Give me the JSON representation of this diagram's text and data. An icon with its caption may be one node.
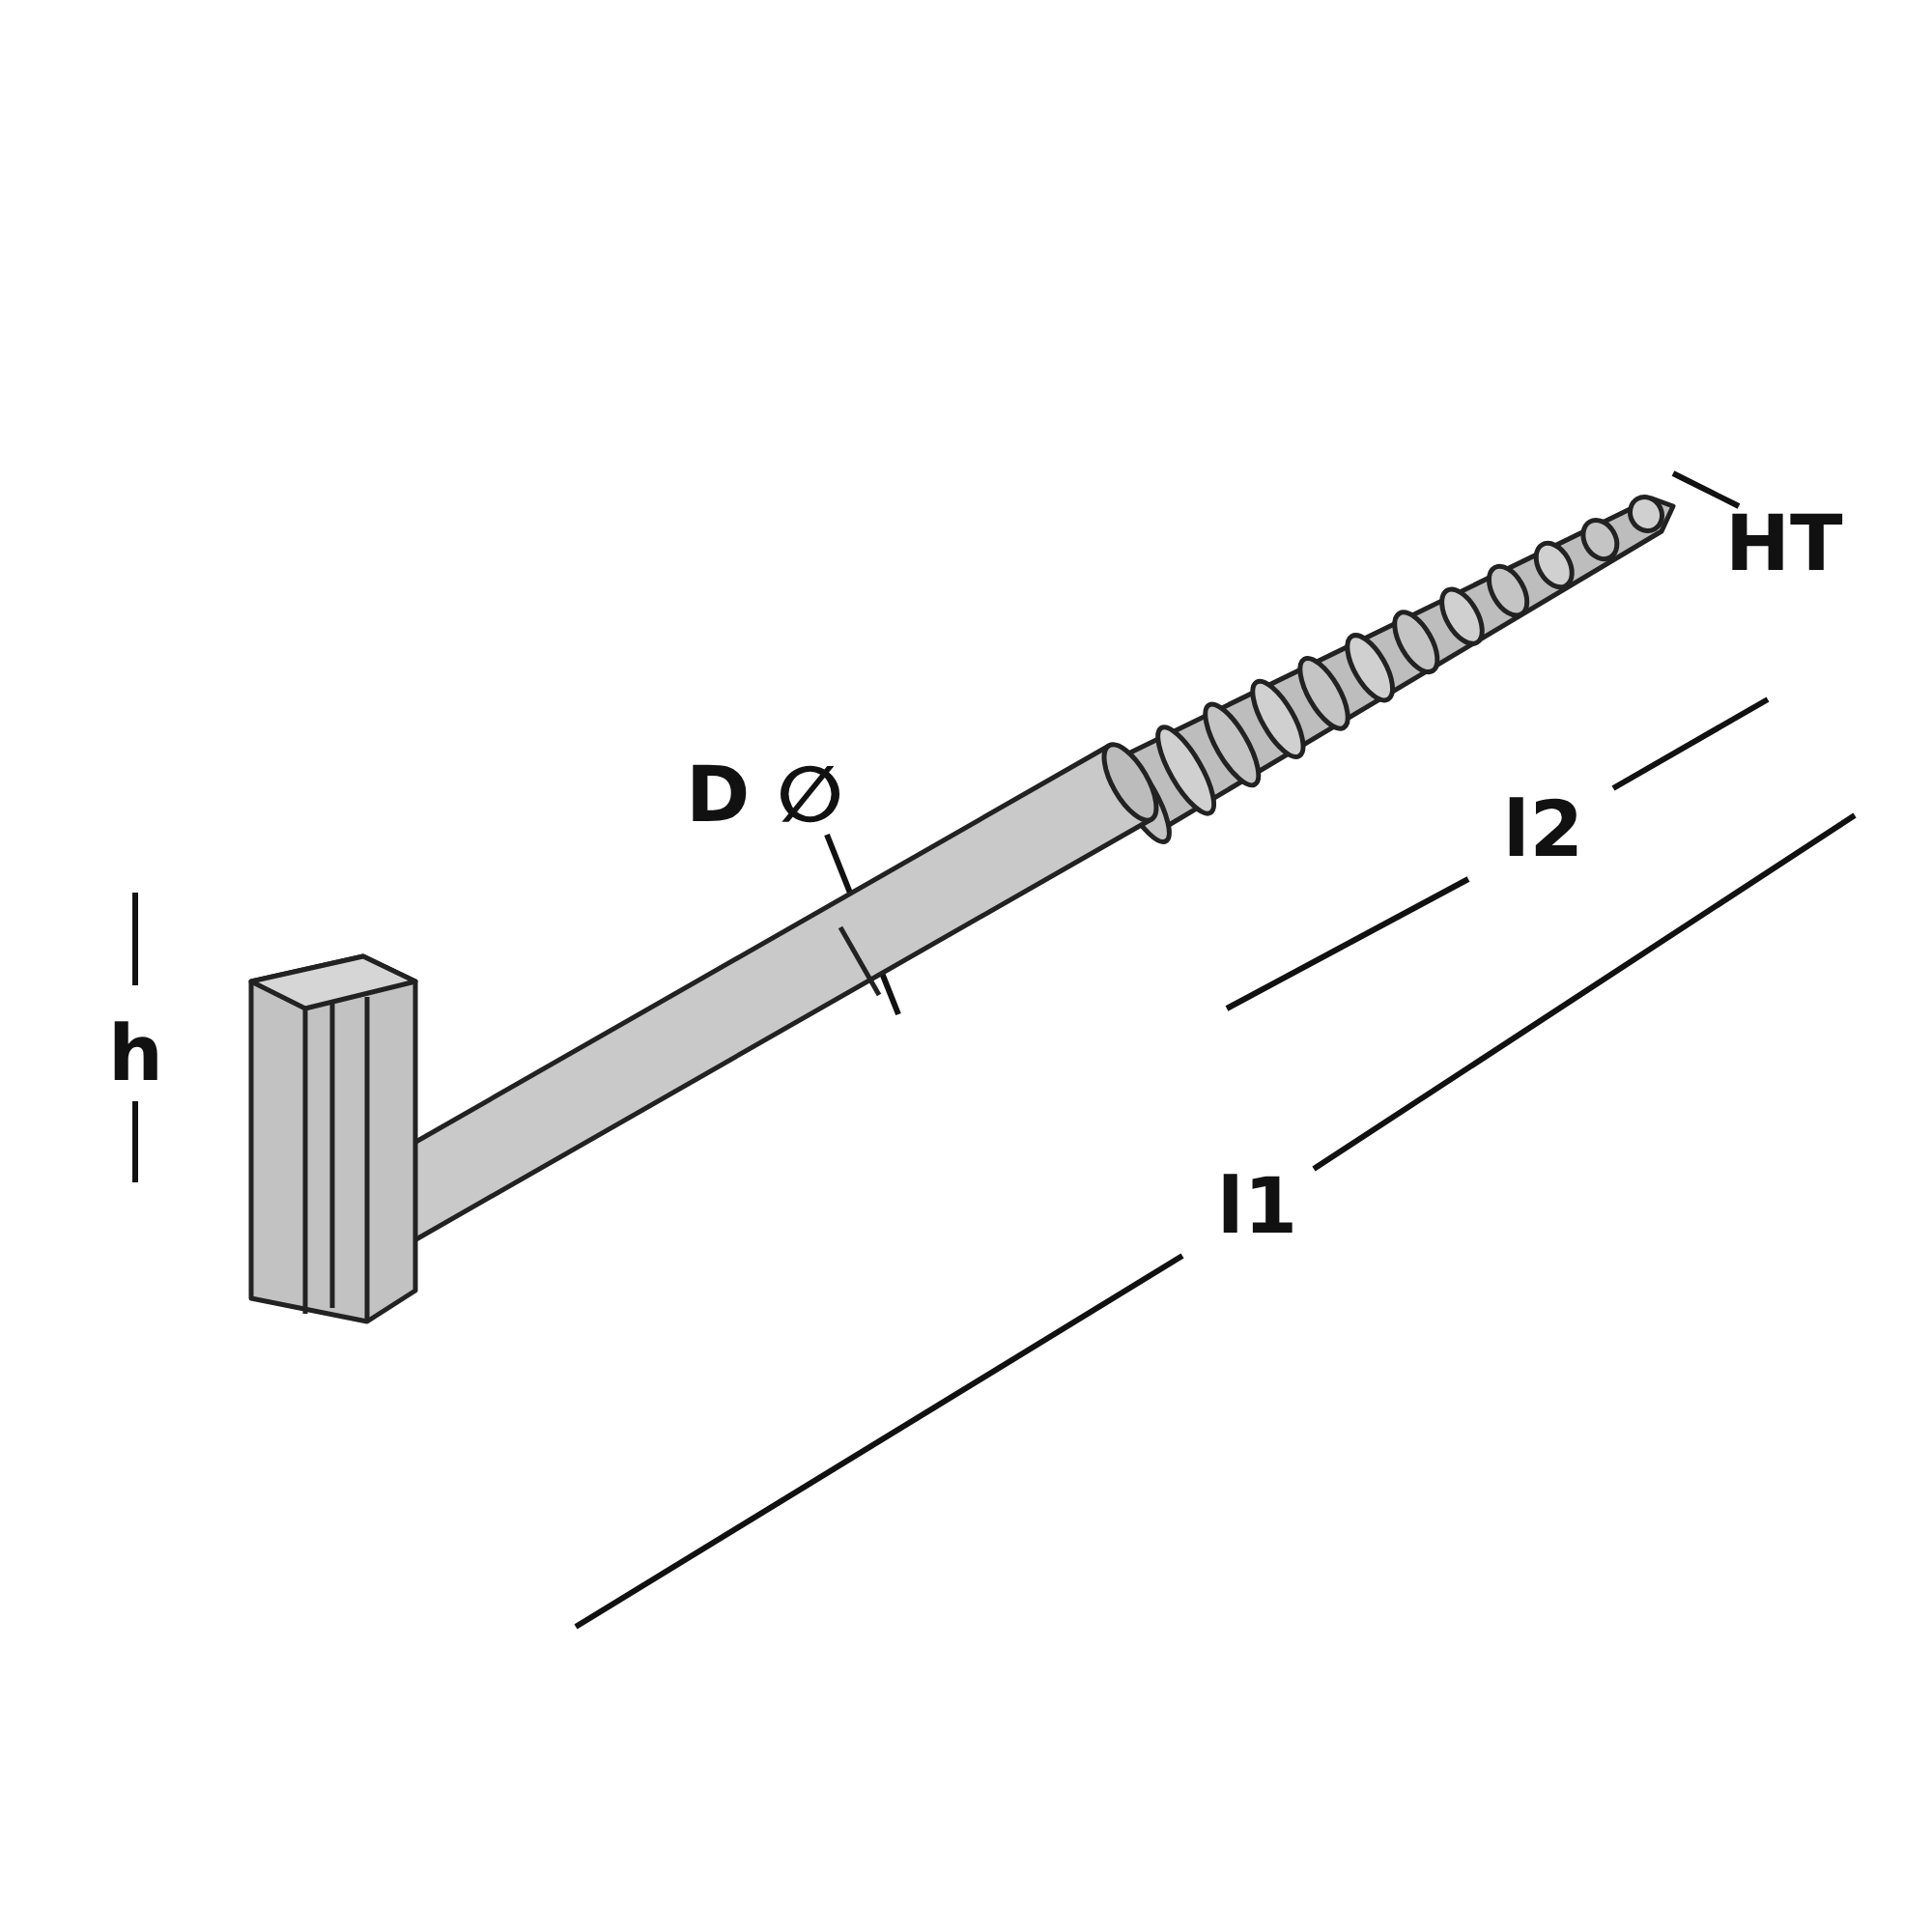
{
  "diagram": {
    "nodes": [
      {
        "text": [
          "HT"
        ]
      },
      {
        "text": [],
        "shape": "picture"
      }
    ],
    "edges": [
      {
        "from": 0,
        "to": 1,
        "arrow": "none"
      }
    ],
    "labels": [
      "D ∅",
      "l2",
      "h",
      "l1"
    ]
  }
}
